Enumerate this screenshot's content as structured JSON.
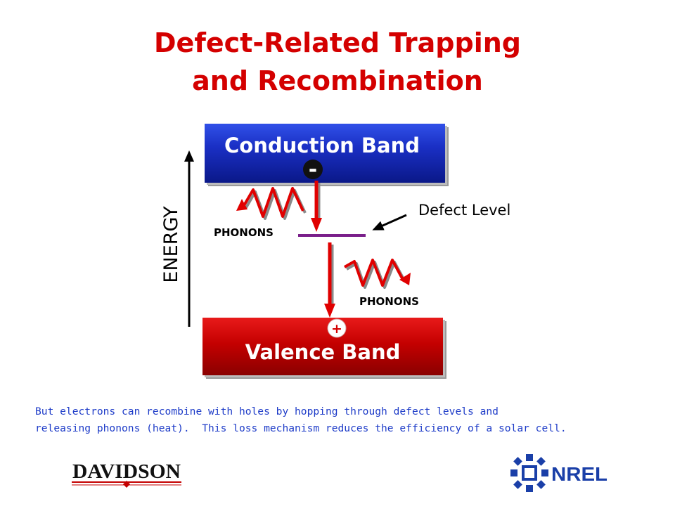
{
  "title": {
    "line1": "Defect-Related Trapping",
    "line2": "and Recombination"
  },
  "diagram": {
    "conduction_band": "Conduction Band",
    "valence_band": "Valence Band",
    "energy_axis": "ENERGY",
    "defect_level": "Defect Level",
    "phonons_upper": "PHONONS",
    "phonons_lower": "PHONONS",
    "electron_symbol": "-",
    "hole_symbol": "+",
    "colors": {
      "conduction_band": "#1a2fc4",
      "valence_band": "#c40000",
      "defect_level": "#7a1f8a",
      "arrows": "#e00000",
      "title": "#d40000",
      "caption": "#1e3cc8"
    }
  },
  "caption": {
    "line1": "But electrons can recombine with holes by hopping through defect levels and",
    "line2": "releasing phonons (heat).  This loss mechanism reduces the efficiency of a solar cell."
  },
  "logos": {
    "left": "DAVIDSON",
    "right": "NREL"
  }
}
